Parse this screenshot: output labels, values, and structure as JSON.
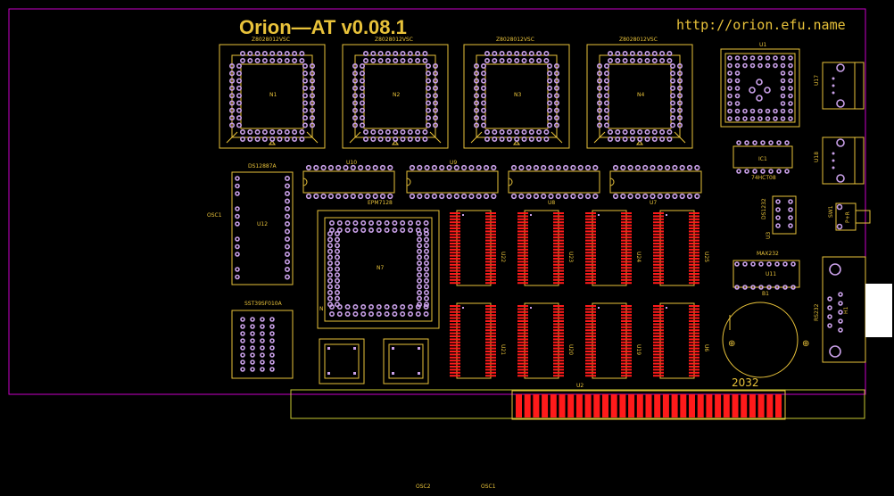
{
  "board": {
    "title": "Orion—AT v0.08.1",
    "url": "http://orion.efu.name",
    "colors": {
      "background": "#000000",
      "silkscreen": "#e8c23a",
      "pads": "#c9a0e8",
      "smd": "#ff1a1a",
      "outline": "#c800c8"
    }
  },
  "plcc_sockets": [
    {
      "label": "Z8028012VSC",
      "ref": "N1"
    },
    {
      "label": "Z8028012VSC",
      "ref": "N2"
    },
    {
      "label": "Z8028012VSC",
      "ref": "N3"
    },
    {
      "label": "Z8028012VSC",
      "ref": "N4"
    }
  ],
  "cpld": {
    "label": "EPM7128",
    "ref": "N7",
    "pin1": "N"
  },
  "u1": {
    "ref": "U1"
  },
  "dips_top": [
    {
      "ref": "U10"
    },
    {
      "ref": "U9"
    },
    {
      "ref": "U8"
    },
    {
      "ref": "U7"
    }
  ],
  "rtc": {
    "label": "DS12887A",
    "ref": "U12",
    "osc": "OSC1"
  },
  "flash": {
    "label": "SST39SF010A"
  },
  "ssop_chips": [
    {
      "ref": "U22"
    },
    {
      "ref": "U23"
    },
    {
      "ref": "U24"
    },
    {
      "ref": "U25"
    },
    {
      "ref": "U21"
    },
    {
      "ref": "U20"
    },
    {
      "ref": "U19"
    },
    {
      "ref": "U6"
    }
  ],
  "ic1": {
    "ref": "IC1",
    "label": "74HCT08"
  },
  "ds1232": {
    "label": "DS1232",
    "ref": "U3"
  },
  "max232": {
    "label": "MAX232",
    "ref": "U11"
  },
  "battery": {
    "ref": "B1",
    "label": "2032",
    "plus": "⊕"
  },
  "connectors": {
    "u17": "U17",
    "u18": "U18",
    "sw1": "SW1",
    "sw1_pins": "P+R",
    "rs232": "RS232",
    "h1": "H1"
  },
  "edge": {
    "ref": "U2"
  },
  "bottom_osc": {
    "osc2": "OSC2",
    "osc1": "OSC1"
  }
}
